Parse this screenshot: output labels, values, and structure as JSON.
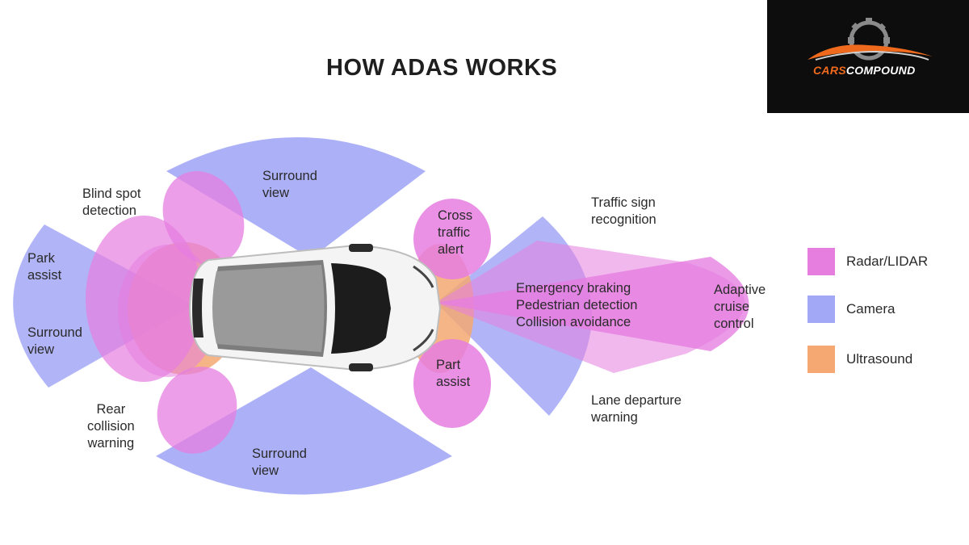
{
  "title": "HOW ADAS WORKS",
  "logo": {
    "cars": "CARS",
    "compound": "COMPOUND",
    "accent_color": "#f06a1e",
    "icon": "car-gear-logo-icon"
  },
  "labels": {
    "surround_view_top": "Surround\nview",
    "blind_spot": "Blind spot\ndetection",
    "park_assist": "Park\nassist",
    "surround_view_left": "Surround\nview",
    "rear_collision": "Rear\ncollision\nwarning",
    "surround_view_bottom": "Surround\nview",
    "cross_traffic": "Cross\ntraffic\nalert",
    "part_assist": "Part\nassist",
    "traffic_sign": "Traffic sign\nrecognition",
    "front_center": "Emergency braking\nPedestrian detection\nCollision avoidance",
    "adaptive_cruise": "Adaptive\ncruise\ncontrol",
    "lane_departure": "Lane departure\nwarning"
  },
  "legend": [
    {
      "label": "Radar/LIDAR",
      "color": "#e67ee0"
    },
    {
      "label": "Camera",
      "color": "#a3a8f6"
    },
    {
      "label": "Ultrasound",
      "color": "#f5a872"
    }
  ]
}
